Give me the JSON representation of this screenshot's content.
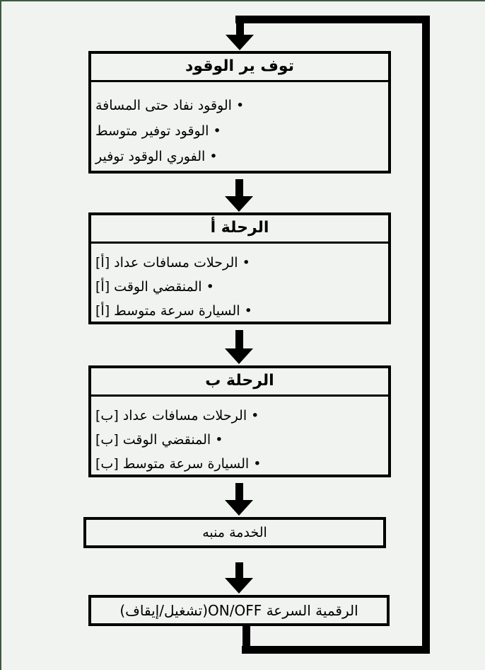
{
  "page": {
    "background": "#f1f3f1",
    "frame_border_color": "#3d5a3d",
    "flow_line_color": "#000000",
    "box_border_color": "#000000",
    "text_color": "#000000"
  },
  "boxes": {
    "fuel_economy": {
      "title": "توف‎ ير‎ الوقود",
      "items": [
        "المسافة‎ حتى‎ نفاد‎ الوقود •",
        "متوسط‎ توفير‎ الوقود •",
        "توفير‎ الوقود‎ الفوري •"
      ]
    },
    "trip_a": {
      "title": "الرحلة‎ أ",
      "items": [
        "[أ]‎ عداد‎ مسافات‎ الرحلات •",
        "[أ]‎ الوقت‎ المنقضي •",
        "[أ]‎ متوسط‎ سرعة‎ السيارة •"
      ]
    },
    "trip_b": {
      "title": "الرحلة‎ ب",
      "items": [
        "[ب]‎ عداد‎ مسافات‎ الرحلات •",
        "[ب]‎ الوقت‎ المنقضي •",
        "[ب]‎ متوسط‎ سرعة‎ السيارة •"
      ]
    },
    "service_reminder": {
      "label": "منبه‎ الخدمة"
    },
    "digital_speed": {
      "label": "(إيقاف‎/‎تشغيل)‎ON/OFF السرعة‎ الرقمية"
    }
  }
}
